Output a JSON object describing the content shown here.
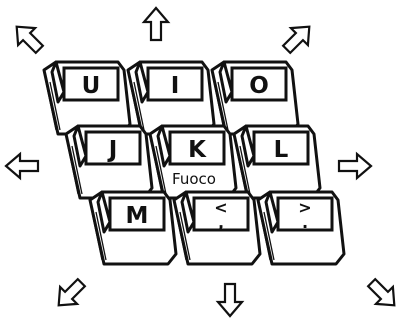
{
  "keys": [
    {
      "id": "u",
      "label": "U"
    },
    {
      "id": "i",
      "label": "I"
    },
    {
      "id": "o",
      "label": "O"
    },
    {
      "id": "j",
      "label": "J"
    },
    {
      "id": "k",
      "label": "K",
      "caption": "Fuoco"
    },
    {
      "id": "l",
      "label": "L"
    },
    {
      "id": "m",
      "label": "M"
    },
    {
      "id": "comma",
      "top": "<",
      "bottom": ","
    },
    {
      "id": "period",
      "top": ">",
      "bottom": "."
    }
  ],
  "arrows": [
    "up-left",
    "up",
    "up-right",
    "left",
    "right",
    "down-left",
    "down",
    "down-right"
  ],
  "colors": {
    "ink": "#111111",
    "paper": "#ffffff"
  }
}
